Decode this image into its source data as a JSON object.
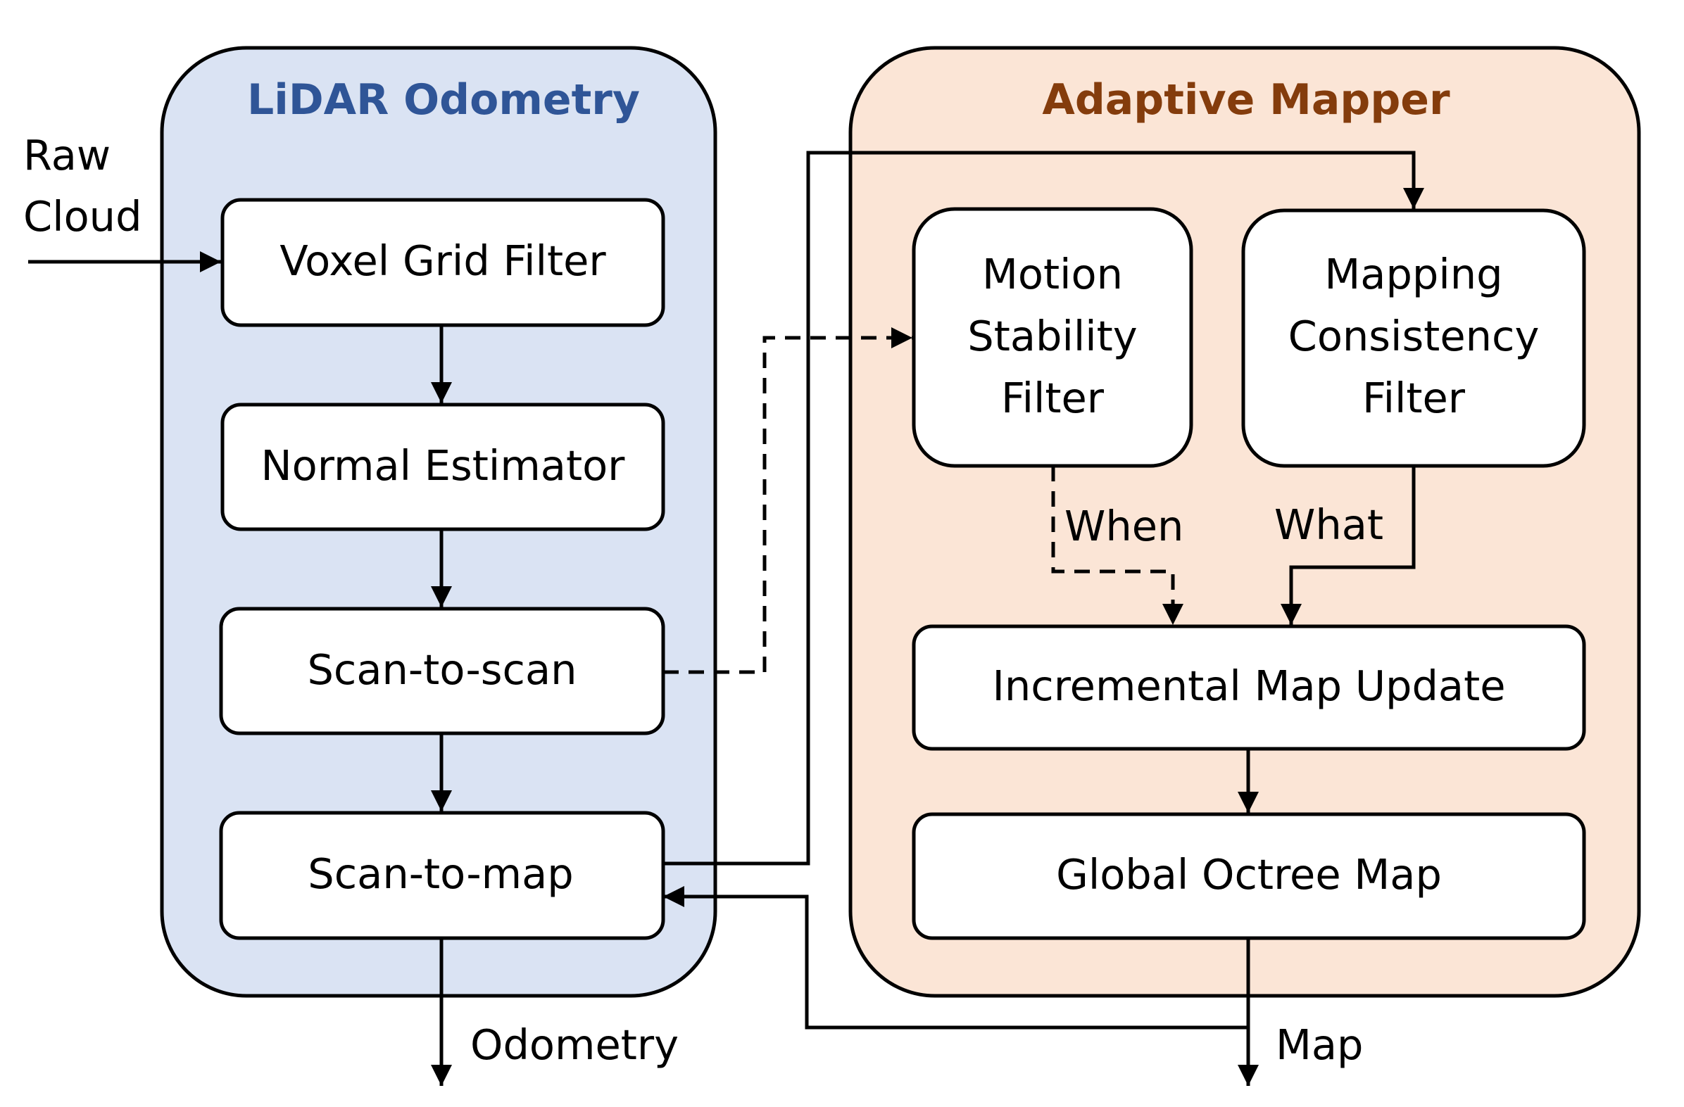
{
  "colors": {
    "odometry_bg": "#dae3f3",
    "odometry_title": "#2f5597",
    "mapper_bg": "#fbe5d6",
    "mapper_title": "#843c0c",
    "stroke": "#000000",
    "box_fill": "#ffffff"
  },
  "odometry": {
    "title": "LiDAR Odometry",
    "input_label_line1": "Raw",
    "input_label_line2": "Cloud",
    "boxes": {
      "voxel_grid_filter": "Voxel Grid Filter",
      "normal_estimator": "Normal Estimator",
      "scan_to_scan": "Scan-to-scan",
      "scan_to_map": "Scan-to-map"
    },
    "output_label": "Odometry"
  },
  "mapper": {
    "title": "Adaptive Mapper",
    "motion_stability_filter": [
      "Motion",
      "Stability",
      "Filter"
    ],
    "mapping_consistency_filter": [
      "Mapping",
      "Consistency",
      "Filter"
    ],
    "when_label": "When",
    "what_label": "What",
    "incremental_map_update": "Incremental Map Update",
    "global_octree_map": "Global Octree Map",
    "output_label": "Map"
  }
}
